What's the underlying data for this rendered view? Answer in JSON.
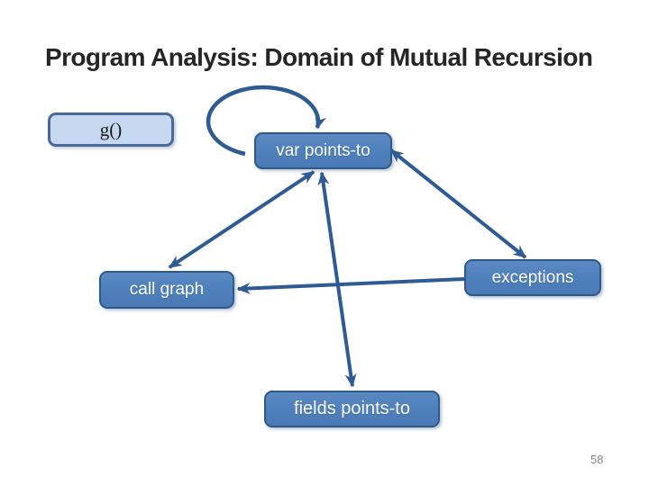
{
  "slide": {
    "title": "Program Analysis: Domain of Mutual Recursion",
    "page_number": "58"
  },
  "nodes": {
    "g": {
      "label": "g()"
    },
    "var_points_to": {
      "label": "var points-to"
    },
    "call_graph": {
      "label": "call graph"
    },
    "exceptions": {
      "label": "exceptions"
    },
    "fields_points_to": {
      "label": "fields points-to"
    }
  },
  "edges": [
    {
      "from": "var points-to",
      "to": "var points-to",
      "style": "self-loop",
      "arrow": "single"
    },
    {
      "from": "call graph",
      "to": "var points-to",
      "style": "straight",
      "arrow": "double"
    },
    {
      "from": "var points-to",
      "to": "exceptions",
      "style": "straight",
      "arrow": "double"
    },
    {
      "from": "var points-to",
      "to": "fields points-to",
      "style": "straight",
      "arrow": "double"
    },
    {
      "from": "exceptions",
      "to": "call graph",
      "style": "straight",
      "arrow": "single"
    }
  ],
  "colors": {
    "node_fill": "#4f81bd",
    "node_border": "#2e5a88",
    "node_text": "#ffffff",
    "g_fill": "#c6d9f0",
    "g_border": "#4a6a9a",
    "g_text": "#1a1a1a",
    "edge": "#2e5b93",
    "title_text": "#262626",
    "page_number_text": "#898989"
  }
}
